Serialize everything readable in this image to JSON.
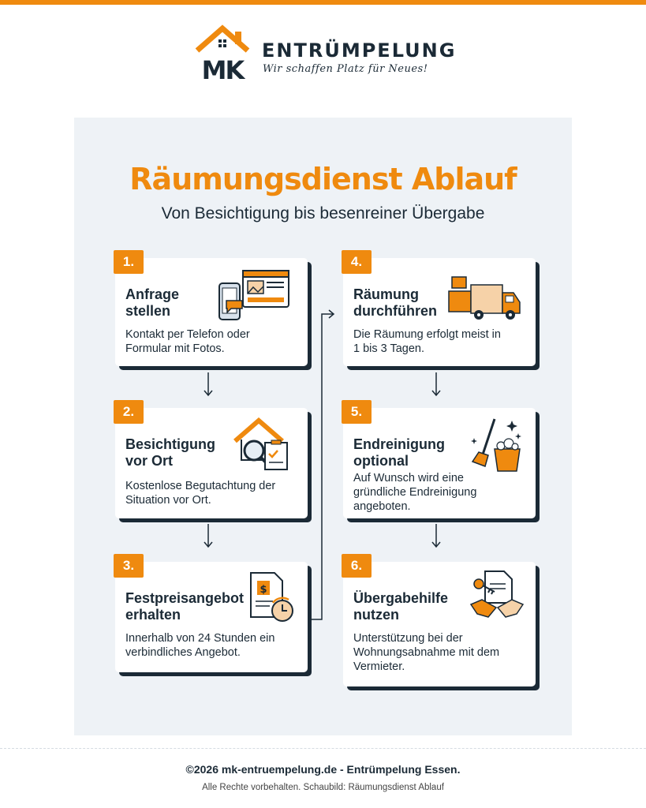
{
  "brand": {
    "initials": "MK",
    "name": "ENTRÜMPELUNG",
    "slogan": "Wir schaffen Platz für Neues!"
  },
  "header": {
    "title": "Räumungsdienst Ablauf",
    "subtitle": "Von Besichtigung bis besenreiner Übergabe"
  },
  "steps": [
    {
      "number": "1.",
      "title": "Anfrage\nstellen",
      "description": "Kontakt per Telefon oder\nFormular mit Fotos.",
      "icon": "phone-form-icon"
    },
    {
      "number": "2.",
      "title": "Besichtigung\nvor Ort",
      "description": "Kostenlose Begutachtung der\nSituation vor Ort.",
      "icon": "house-inspection-icon"
    },
    {
      "number": "3.",
      "title": "Festpreisangebot\nerhalten",
      "description": "Innerhalb von 24 Stunden ein\nverbindliches Angebot.",
      "icon": "price-document-clock-icon"
    },
    {
      "number": "4.",
      "title": "Räumung\ndurchführen",
      "description": "Die Räumung erfolgt meist in\n1 bis 3 Tagen.",
      "icon": "moving-truck-icon"
    },
    {
      "number": "5.",
      "title": "Endreinigung\noptional",
      "description": "Auf Wunsch wird eine\ngründliche Endreinigung\nangeboten.",
      "icon": "broom-bucket-icon"
    },
    {
      "number": "6.",
      "title": "Übergabehilfe\nnutzen",
      "description": "Unterstützung bei der\nWohnungsabnahme mit dem\nVermieter.",
      "icon": "handshake-key-icon"
    }
  ],
  "colors": {
    "accent": "#ef8a0f",
    "dark": "#1b2a36",
    "panel": "#eef2f6"
  },
  "footer": {
    "copyright": "©2026 mk-entruempelung.de - Entrümpelung Essen.",
    "rights": "Alle Rechte vorbehalten. Schaubild: Räumungsdienst Ablauf"
  }
}
